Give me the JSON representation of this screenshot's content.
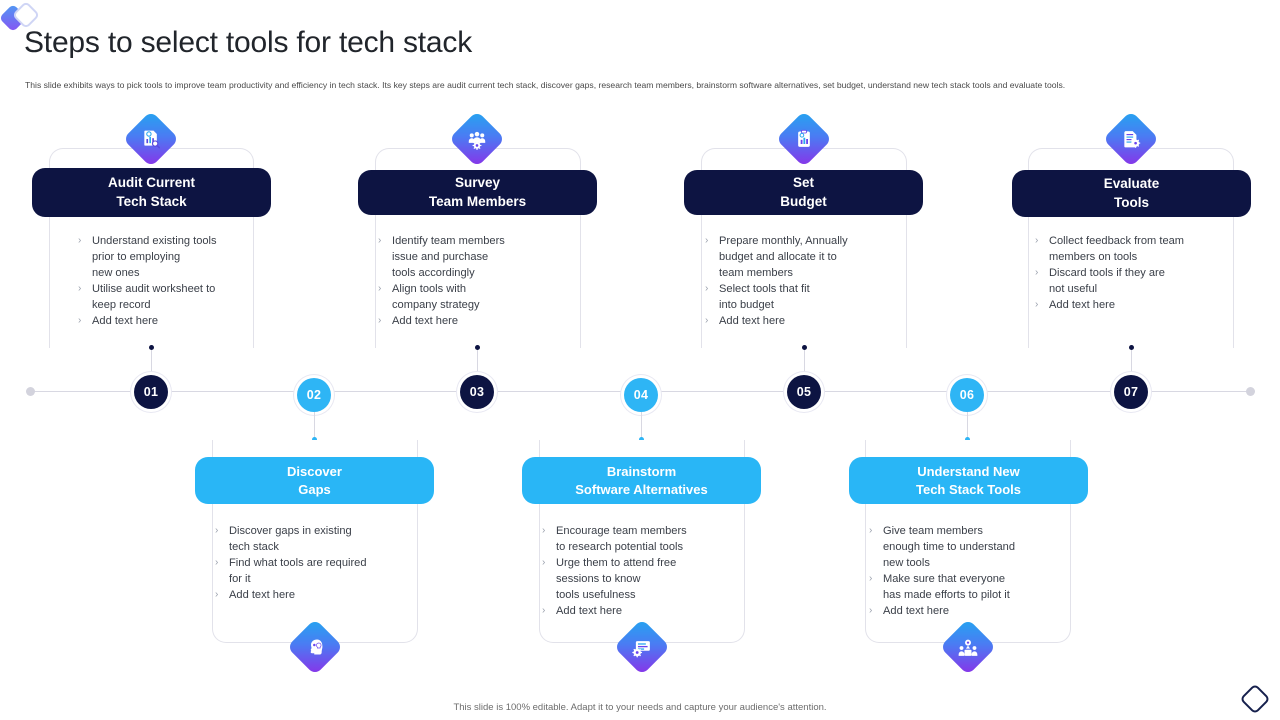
{
  "page": {
    "title": "Steps to select tools for tech stack",
    "subtitle": "This slide exhibits ways to pick tools to improve team productivity and efficiency in tech stack. Its key steps are audit current tech stack, discover gaps, research team members, brainstorm software alternatives, set budget, understand new tech stack tools and evaluate tools.",
    "footer": "This slide is 100% editable. Adapt it to your needs and capture your audience's attention."
  },
  "colors": {
    "dark_navy": "#0d1442",
    "light_blue": "#29b6f6",
    "node_blue": "#2eb5f5",
    "line": "#d8d8e2",
    "body_text": "#3a3f48",
    "gradient_start": "#23a6f0",
    "gradient_end": "#8b30e8"
  },
  "timeline": {
    "nodes": [
      {
        "label": "01",
        "style": "dark"
      },
      {
        "label": "02",
        "style": "blue"
      },
      {
        "label": "03",
        "style": "dark"
      },
      {
        "label": "04",
        "style": "blue"
      },
      {
        "label": "05",
        "style": "dark"
      },
      {
        "label": "06",
        "style": "blue"
      },
      {
        "label": "07",
        "style": "dark"
      }
    ]
  },
  "top_cards": [
    {
      "title_line1": "Audit Current",
      "title_line2": "Tech Stack",
      "icon": "document-chart-search-icon",
      "bullets": [
        "Understand  existing tools\nprior to employing\nnew ones",
        "Utilise audit worksheet to\nkeep record",
        "Add text here"
      ]
    },
    {
      "title_line1": "Survey",
      "title_line2": "Team Members",
      "icon": "team-gear-icon",
      "bullets": [
        "Identify team members\nissue and purchase\ntools accordingly",
        "Align tools with\ncompany strategy",
        "Add text here"
      ]
    },
    {
      "title_line1": "Set",
      "title_line2": "Budget",
      "icon": "clipboard-chart-icon",
      "bullets": [
        "Prepare  monthly, Annually\nbudget and allocate it to\nteam members",
        "Select tools that fit\ninto budget",
        "Add text here"
      ]
    },
    {
      "title_line1": "Evaluate",
      "title_line2": "Tools",
      "icon": "document-gear-icon",
      "bullets": [
        "Collect feedback from team\nmembers on tools",
        "Discard tools if they are\nnot useful",
        "Add text here"
      ]
    }
  ],
  "bottom_cards": [
    {
      "title_line1": "Discover",
      "title_line2": "Gaps",
      "icon": "head-idea-icon",
      "bullets": [
        "Discover gaps in existing\ntech stack",
        "Find what tools are required\nfor it",
        "Add text here"
      ]
    },
    {
      "title_line1": "Brainstorm",
      "title_line2": "Software Alternatives",
      "icon": "screen-gear-icon",
      "bullets": [
        "Encourage  team members\nto research potential tools",
        "Urge them to attend free\nsessions to know\ntools usefulness",
        "Add text here"
      ]
    },
    {
      "title_line1": "Understand New",
      "title_line2": "Tech Stack Tools",
      "icon": "team-target-icon",
      "bullets": [
        "Give  team members\nenough  time to understand\nnew tools",
        "Make sure that everyone\nhas made efforts to pilot it",
        "Add text here"
      ]
    }
  ],
  "bullet_marker": "›"
}
